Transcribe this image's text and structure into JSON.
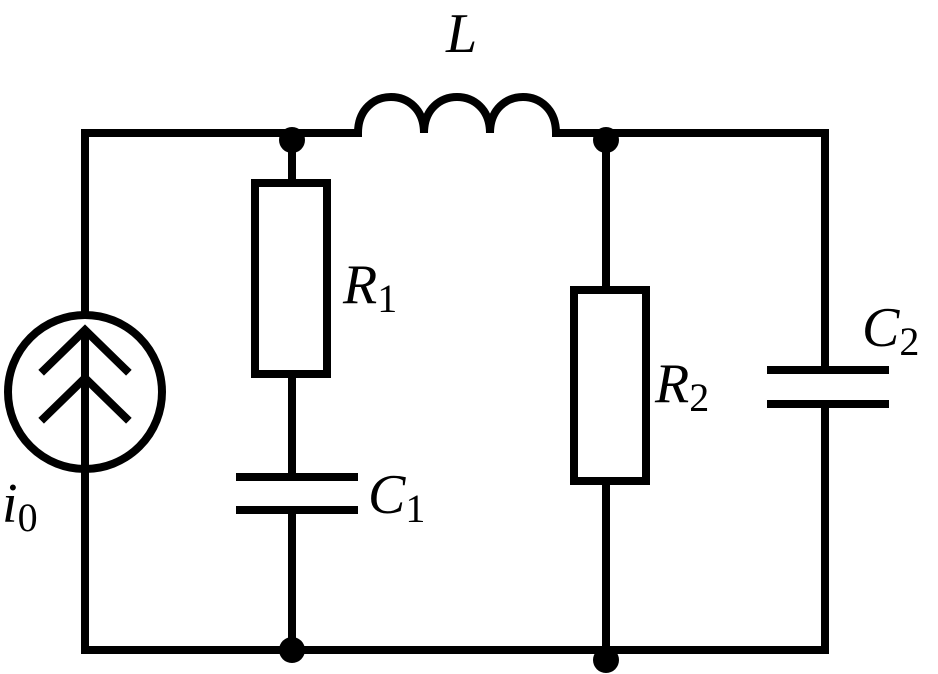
{
  "labels": {
    "inductor": "L",
    "r1": {
      "main": "R",
      "sub": "1"
    },
    "r2": {
      "main": "R",
      "sub": "2"
    },
    "c1": {
      "main": "C",
      "sub": "1"
    },
    "c2": {
      "main": "C",
      "sub": "2"
    },
    "source": {
      "main": "i",
      "sub": "0"
    }
  },
  "icons": {
    "source": "current-source-icon",
    "resistor": "resistor-icon",
    "capacitor": "capacitor-icon",
    "inductor": "inductor-icon",
    "node": "junction-dot-icon"
  },
  "colors": {
    "line": "#000000",
    "background": "#ffffff"
  }
}
